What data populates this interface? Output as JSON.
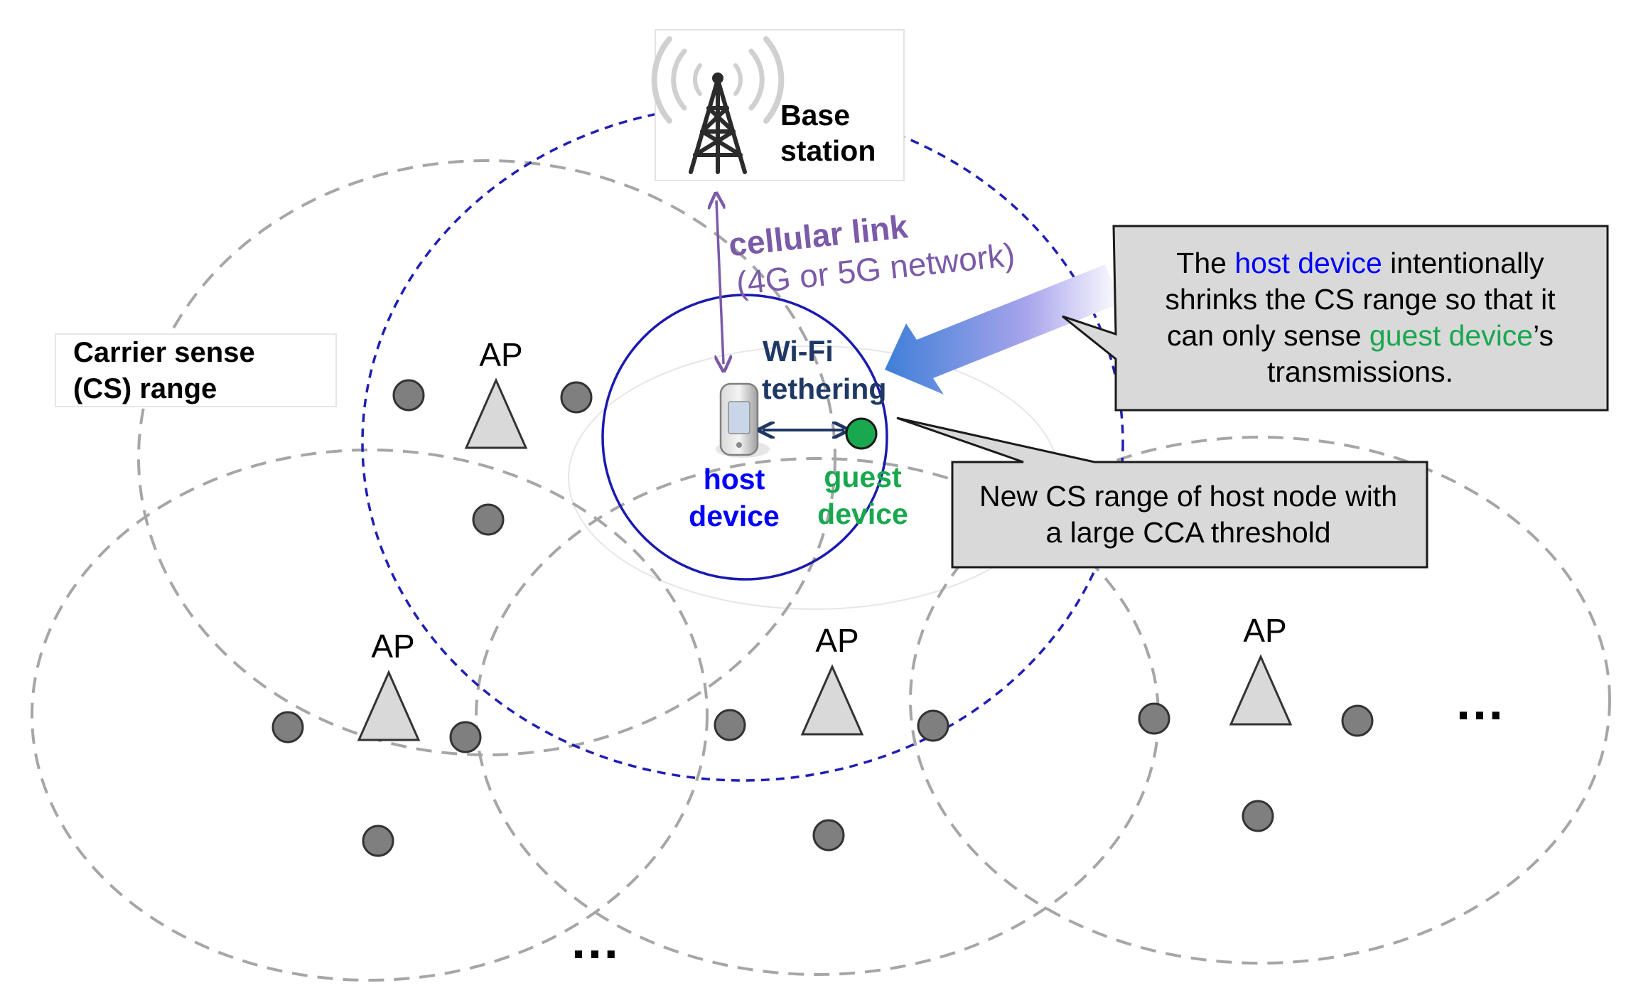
{
  "base_station": {
    "label_line1": "Base",
    "label_line2": "station"
  },
  "cellular_link": {
    "line1": "cellular link",
    "line2": "(4G or 5G network)"
  },
  "cs_range_label": {
    "line1": "Carrier sense",
    "line2": "(CS) range"
  },
  "wifi_tethering": {
    "line1": "Wi-Fi",
    "line2": "tethering"
  },
  "host_device": {
    "line1": "host",
    "line2": "device"
  },
  "guest_device": {
    "line1": "guest",
    "line2": "device"
  },
  "ap_label": "AP",
  "ellipsis": "…",
  "callout_top": {
    "line1_a": "The ",
    "line1_b": "host device",
    "line1_c": " intentionally",
    "line2": "shrinks the CS range so that it",
    "line3_a": "can only sense ",
    "line3_b": "guest device",
    "line3_c": "’s",
    "line4": "transmissions."
  },
  "callout_bottom": {
    "line1": "New CS range of host node with",
    "line2": "a large CCA threshold"
  },
  "colors": {
    "gray_dash": "#a6a6a6",
    "blue_dash": "#1f1fb4",
    "host_circle": "#1a1ab0",
    "purple": "#7b5aa8",
    "navy": "#1f3864",
    "host_blue": "#0000ff",
    "guest_green": "#19a84f",
    "node_gray": "#7f7f7f",
    "callout_fill": "#d9d9d9"
  }
}
